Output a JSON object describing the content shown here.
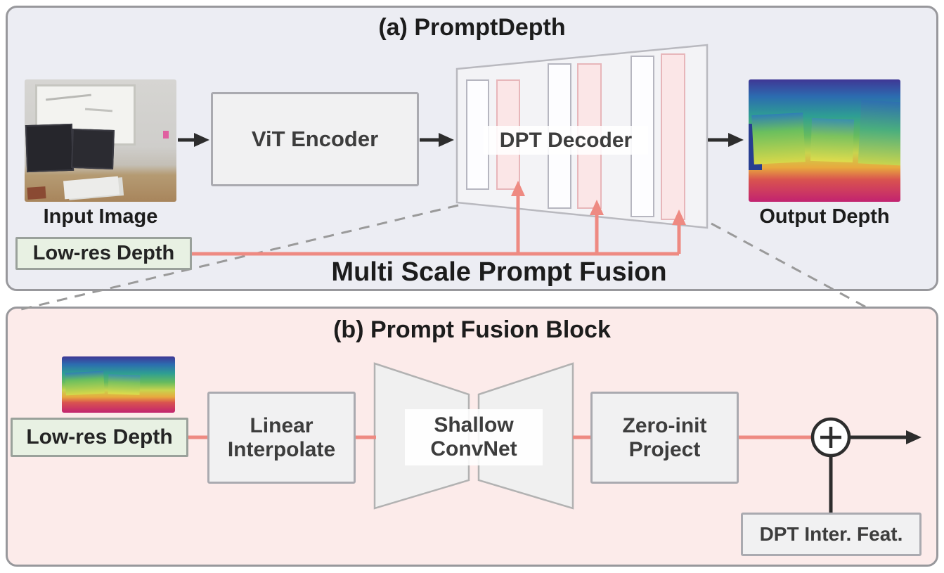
{
  "figure": {
    "panel_a": {
      "title": "(a) PromptDepth",
      "input_image_label": "Input Image",
      "encoder_label": "ViT Encoder",
      "decoder_label": "DPT Decoder",
      "output_depth_label": "Output Depth",
      "low_res_depth_label": "Low-res Depth",
      "fusion_caption": "Multi Scale Prompt Fusion"
    },
    "panel_b": {
      "title": "(b) Prompt Fusion Block",
      "low_res_depth_label": "Low-res Depth",
      "linear_interpolate_label": "Linear Interpolate",
      "shallow_convnet_label": "Shallow ConvNet",
      "zero_init_label": "Zero-init Project",
      "dpt_feature_label": "DPT Inter. Feat."
    },
    "icons": {
      "sum": "plus-circle-icon"
    }
  },
  "colors": {
    "panel_a_bg": "#ecedf3",
    "panel_b_bg": "#fcebea",
    "panel_border": "#98989c",
    "box_bg": "#f1f1f2",
    "box_border": "#aaaab0",
    "green_box_bg": "#e8f1e3",
    "salmon": "#ee8a82",
    "pink_bar_bg": "#fbe6e7",
    "pink_bar_border": "#e7b6ba",
    "arrow_black": "#2d2d2d",
    "dashed_gray": "#9a9a9a",
    "text_dark": "#1c1c1c",
    "text_box": "#3d3d3d"
  }
}
